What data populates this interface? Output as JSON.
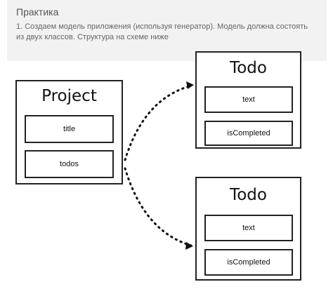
{
  "section": {
    "heading": "Практика",
    "description": "1. Создаем модель приложения (используя генератор). Модель должна состоять из двух классов. Структура на схеме ниже"
  },
  "diagram": {
    "project": {
      "title": "Project",
      "fields": [
        "title",
        "todos"
      ]
    },
    "todos": [
      {
        "title": "Todo",
        "fields": [
          "text",
          "isCompleted"
        ]
      },
      {
        "title": "Todo",
        "fields": [
          "text",
          "isCompleted"
        ]
      }
    ]
  }
}
